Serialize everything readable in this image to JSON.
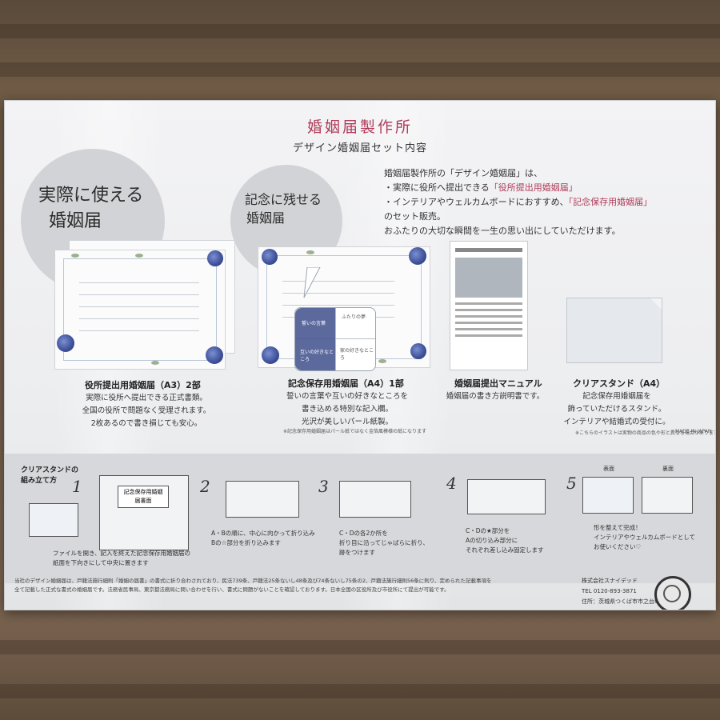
{
  "brand": "婚姻届製作所",
  "subtitle": "デザイン婚姻届セット内容",
  "circles": {
    "left": {
      "line1": "実際に使える",
      "line2": "婚姻届"
    },
    "middle": {
      "line1": "記念に残せる",
      "line2": "婚姻届"
    }
  },
  "intro": {
    "line1": "婚姻届製作所の「デザイン婚姻届」は、",
    "line2_pre": "・実際に役所へ提出できる",
    "line2_pink": "「役所提出用婚姻届」",
    "line3_pre": "・インテリアやウェルカムボードにおすすめ、",
    "line3_pink": "「記念保存用婚姻届」",
    "line4": "のセット販売。",
    "line5": "おふたりの大切な瞬間を一生の思い出にしていただけます。"
  },
  "bubble": {
    "c1": "誓いの言葉",
    "c2": "ふたりの夢",
    "c3": "互いの好きなところ",
    "c4": "家の好きなところ"
  },
  "products": [
    {
      "title": "役所提出用婚姻届（A3）2部",
      "desc": [
        "実際に役所へ提出できる正式書類。",
        "全国の役所で問題なく受理されます。",
        "2枚あるので書き損じても安心。"
      ]
    },
    {
      "title": "記念保存用婚姻届（A4）1部",
      "desc": [
        "誓いの言葉や互いの好きなところを",
        "書き込める特別な記入欄。",
        "光沢が美しいパール紙製。"
      ]
    },
    {
      "title": "婚姻届提出マニュアル",
      "desc": [
        "婚姻届の書き方説明書です。"
      ]
    },
    {
      "title": "クリアスタンド（A4）",
      "desc": [
        "記念保存用婚姻届を",
        "飾っていただけるスタンド。",
        "インテリアや結婚式の受付に。"
      ]
    }
  ],
  "notes": {
    "pearl": "※記念保存用婚姻届はパール紙ではなく金箔風模様の紙になります",
    "made_in": "MADE IN JAPAN",
    "photo": "※こちらのイラストは実物の商品の色や形と異なる場合があります"
  },
  "assembly": {
    "heading1": "クリアスタンドの",
    "heading2": "組み立て方",
    "steps": [
      {
        "num": "1",
        "text": [
          "ファイルを開き、記入を終えた記念保存用婚姻届の",
          "紙面を下向きにして中央に置きます"
        ]
      },
      {
        "num": "2",
        "text": [
          "A・Bの順に、中心に向かって折り込み",
          "Bの☆部分を折り込みます"
        ]
      },
      {
        "num": "3",
        "text": [
          "C・Dの各2か所を",
          "折り目に沿ってじゃばらに折り、",
          "跡をつけます"
        ]
      },
      {
        "num": "4",
        "text": [
          "C・Dの★部分を",
          "Aの切り込み部分に",
          "それぞれ差し込み固定します"
        ]
      },
      {
        "num": "5",
        "text": [
          "形を整えて完成！",
          "インテリアやウェルカムボードとして",
          "お使いください♡"
        ]
      }
    ],
    "step1_label1": "記念保存用婚姻",
    "step1_label2": "届書面",
    "step5_front": "表面",
    "step5_back": "裏面"
  },
  "footer": {
    "line1": "当社のデザイン婚姻届は、戸籍法施行細則「婚姻の届書」の書式に折り合わされており、民法739条、戸籍法25条ないし48条及び74条ないし75条の2、戸籍法施行細則56条に則り、定められた記載事項を",
    "line2": "全て記載した正式な書式の婚姻届です。法務省民事局、東京都法務局に問い合わせを行い、書式に問題がないことを確認しております。日本全国の区役所及び市役所にて提出が可能です。"
  },
  "company": {
    "name": "株式会社スナイデッド",
    "tel": "TEL 0120-893-3871",
    "address": "住所：茨城県つくば市市之台82"
  }
}
